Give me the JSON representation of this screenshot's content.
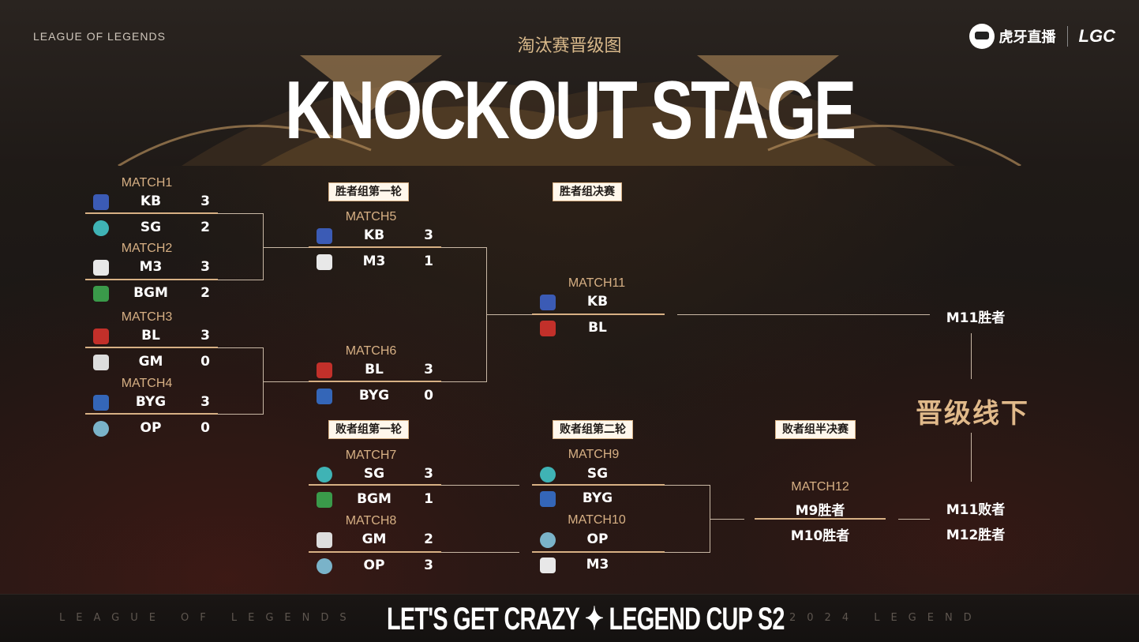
{
  "header": {
    "brand_left": "LEAGUE OF LEGENDS",
    "subtitle": "淘汰赛晋级图",
    "title": "KNOCKOUT STAGE",
    "sponsor": "虎牙直播",
    "logo_right": "LGC"
  },
  "rounds": {
    "winners_r1": "胜者组第一轮",
    "winners_final": "胜者组决赛",
    "losers_r1": "败者组第一轮",
    "losers_r2": "败者组第二轮",
    "losers_semi": "败者组半决赛"
  },
  "matches": {
    "m1": {
      "label": "MATCH1",
      "t1": "KB",
      "s1": "3",
      "t2": "SG",
      "s2": "2"
    },
    "m2": {
      "label": "MATCH2",
      "t1": "M3",
      "s1": "3",
      "t2": "BGM",
      "s2": "2"
    },
    "m3": {
      "label": "MATCH3",
      "t1": "BL",
      "s1": "3",
      "t2": "GM",
      "s2": "0"
    },
    "m4": {
      "label": "MATCH4",
      "t1": "BYG",
      "s1": "3",
      "t2": "OP",
      "s2": "0"
    },
    "m5": {
      "label": "MATCH5",
      "t1": "KB",
      "s1": "3",
      "t2": "M3",
      "s2": "1"
    },
    "m6": {
      "label": "MATCH6",
      "t1": "BL",
      "s1": "3",
      "t2": "BYG",
      "s2": "0"
    },
    "m7": {
      "label": "MATCH7",
      "t1": "SG",
      "s1": "3",
      "t2": "BGM",
      "s2": "1"
    },
    "m8": {
      "label": "MATCH8",
      "t1": "GM",
      "s1": "2",
      "t2": "OP",
      "s2": "3"
    },
    "m9": {
      "label": "MATCH9",
      "t1": "SG",
      "t2": "BYG"
    },
    "m10": {
      "label": "MATCH10",
      "t1": "OP",
      "t2": "M3"
    },
    "m11": {
      "label": "MATCH11",
      "t1": "KB",
      "t2": "BL"
    },
    "m12": {
      "label": "MATCH12",
      "t1": "M9胜者",
      "t2": "M10胜者"
    }
  },
  "finals": {
    "m11_winner": "M11胜者",
    "m11_loser": "M11败者",
    "m12_winner": "M12胜者",
    "advance": "晋级线下"
  },
  "footer": {
    "left": "LEAGUE OF LEGENDS",
    "center": "LET'S GET CRAZY  ✦  LEGEND CUP S2",
    "right": "2024 LEGEND"
  },
  "team_colors": {
    "KB": "#3b5bb5",
    "SG": "#3fb3b5",
    "M3": "#e8e8e8",
    "BGM": "#3a9a4a",
    "BL": "#c2302a",
    "GM": "#dddddd",
    "BYG": "#3466b8",
    "OP": "#7ab3c9"
  }
}
